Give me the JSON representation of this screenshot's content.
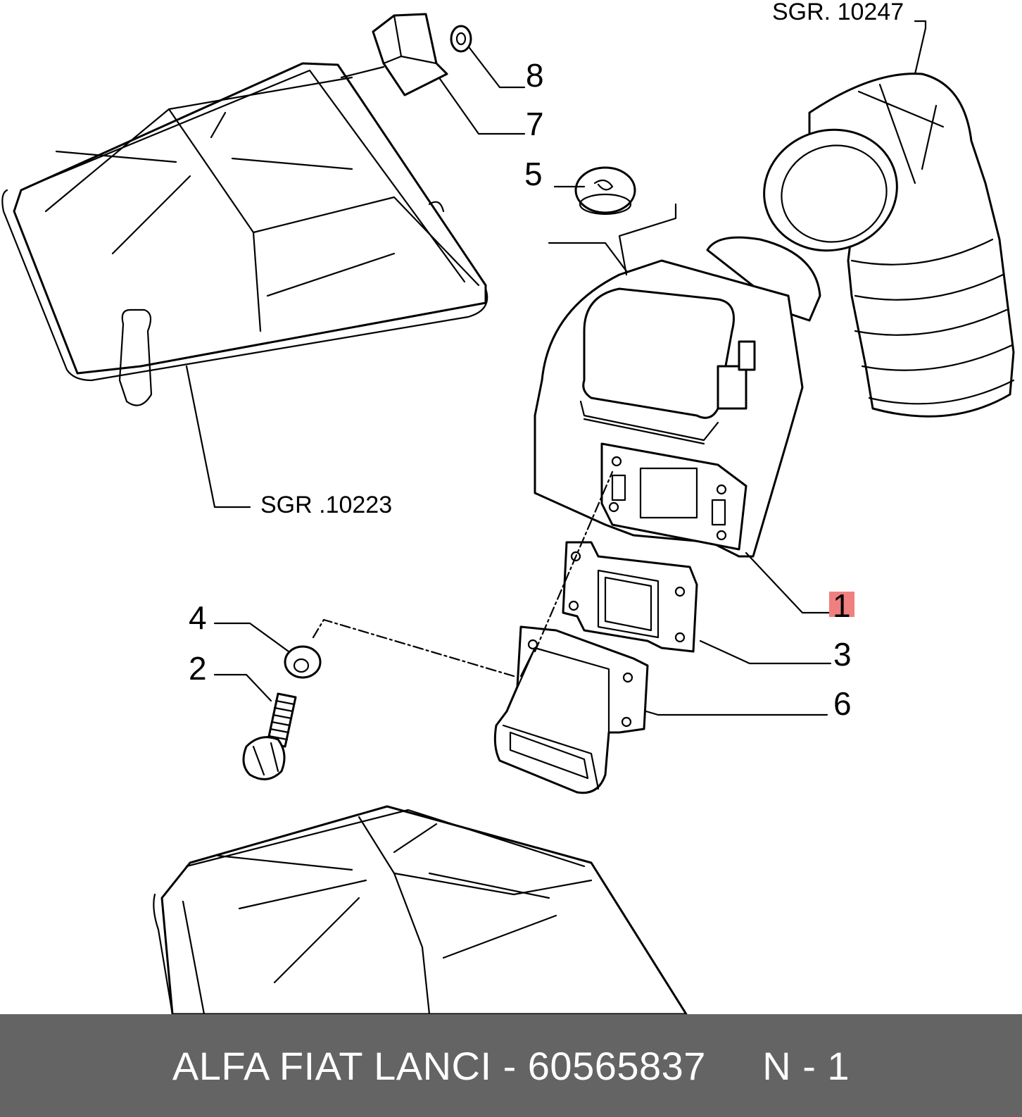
{
  "diagram": {
    "references": {
      "top_right": "SGR. 10247",
      "left": "SGR .10223"
    },
    "callouts": [
      {
        "id": "8",
        "label": "8"
      },
      {
        "id": "7",
        "label": "7"
      },
      {
        "id": "5",
        "label": "5"
      },
      {
        "id": "1",
        "label": "1",
        "highlight_color": "#f08080"
      },
      {
        "id": "3",
        "label": "3"
      },
      {
        "id": "6",
        "label": "6"
      },
      {
        "id": "4",
        "label": "4"
      },
      {
        "id": "2",
        "label": "2"
      }
    ]
  },
  "footer": {
    "text": "ALFA FIAT LANCI - 60565837     N - 1",
    "background": "#646464"
  }
}
